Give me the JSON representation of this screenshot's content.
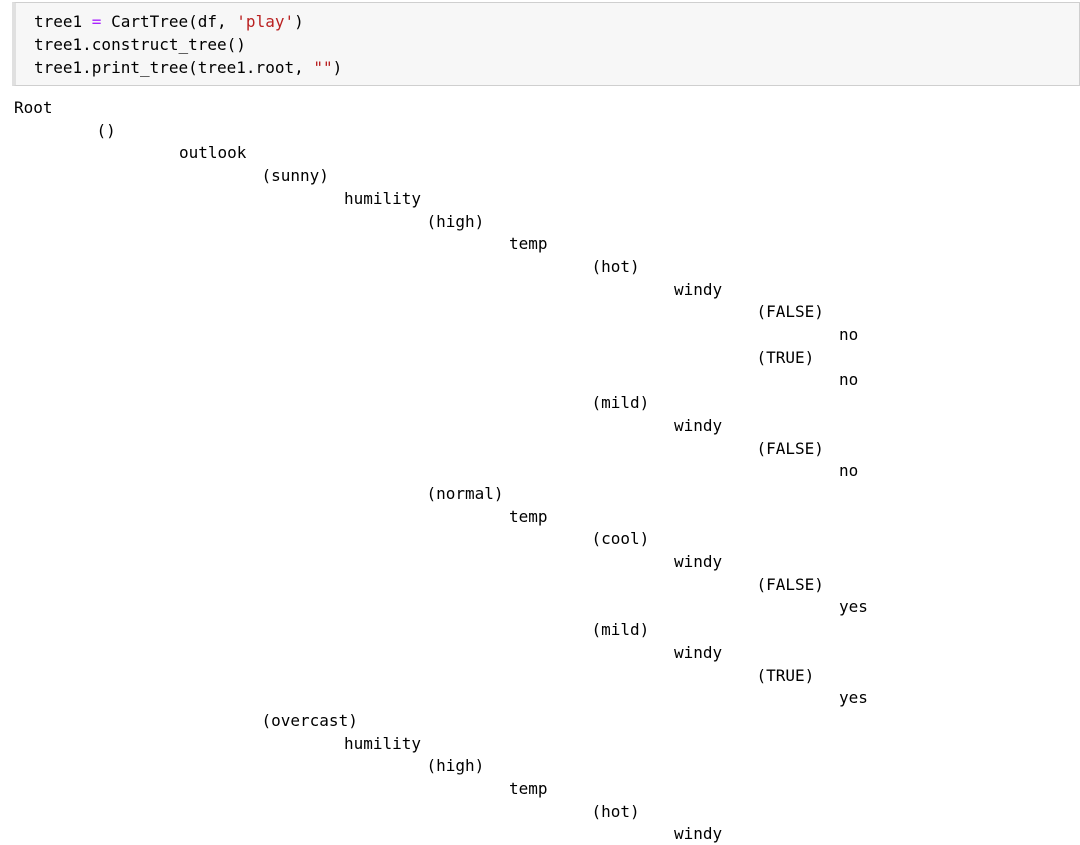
{
  "input_cell": {
    "line1": {
      "a": "tree1 ",
      "op": "=",
      "b": " CartTree(df, ",
      "str": "'play'",
      "c": ")"
    },
    "line2": "tree1.construct_tree()",
    "line3": {
      "a": "tree1.print_tree(tree1.root, ",
      "str": "\"\"",
      "c": ")"
    }
  },
  "output_lines": [
    {
      "depth": 0,
      "text": "Root"
    },
    {
      "depth": 1,
      "text": "()"
    },
    {
      "depth": 2,
      "text": "outlook"
    },
    {
      "depth": 3,
      "text": "(sunny)"
    },
    {
      "depth": 4,
      "text": "humility"
    },
    {
      "depth": 5,
      "text": "(high)"
    },
    {
      "depth": 6,
      "text": "temp"
    },
    {
      "depth": 7,
      "text": "(hot)"
    },
    {
      "depth": 8,
      "text": "windy"
    },
    {
      "depth": 9,
      "text": "(FALSE)"
    },
    {
      "depth": 10,
      "text": "no"
    },
    {
      "depth": 9,
      "text": "(TRUE)"
    },
    {
      "depth": 10,
      "text": "no"
    },
    {
      "depth": 7,
      "text": "(mild)"
    },
    {
      "depth": 8,
      "text": "windy"
    },
    {
      "depth": 9,
      "text": "(FALSE)"
    },
    {
      "depth": 10,
      "text": "no"
    },
    {
      "depth": 5,
      "text": "(normal)"
    },
    {
      "depth": 6,
      "text": "temp"
    },
    {
      "depth": 7,
      "text": "(cool)"
    },
    {
      "depth": 8,
      "text": "windy"
    },
    {
      "depth": 9,
      "text": "(FALSE)"
    },
    {
      "depth": 10,
      "text": "yes"
    },
    {
      "depth": 7,
      "text": "(mild)"
    },
    {
      "depth": 8,
      "text": "windy"
    },
    {
      "depth": 9,
      "text": "(TRUE)"
    },
    {
      "depth": 10,
      "text": "yes"
    },
    {
      "depth": 3,
      "text": "(overcast)"
    },
    {
      "depth": 4,
      "text": "humility"
    },
    {
      "depth": 5,
      "text": "(high)"
    },
    {
      "depth": 6,
      "text": "temp"
    },
    {
      "depth": 7,
      "text": "(hot)"
    },
    {
      "depth": 8,
      "text": "windy"
    }
  ]
}
